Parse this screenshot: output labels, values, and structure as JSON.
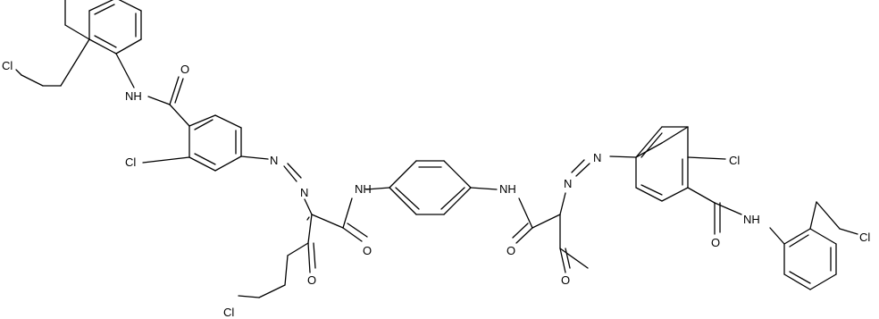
{
  "structure": {
    "atom_labels": {
      "cl_top_left_chain": "Cl",
      "carbonyl_o_top_left_amide": "O",
      "nh_top_left_amide": "NH",
      "cl_left_ring": "Cl",
      "n_azo_left_upper": "N",
      "n_azo_left_lower": "N",
      "nh_center_left": "NH",
      "o_ketone_left": "O",
      "o_amide_center_left": "O",
      "cl_bottom_left_chain": "Cl",
      "nh_center_right": "NH",
      "n_azo_right_upper": "N",
      "n_azo_right_lower": "N",
      "o_amide_center_right": "O",
      "o_ketone_right": "O",
      "cl_right_ring": "Cl",
      "o_amide_bottom_right": "O",
      "nh_bottom_right_amide": "NH",
      "cl_right_chain": "Cl"
    }
  }
}
